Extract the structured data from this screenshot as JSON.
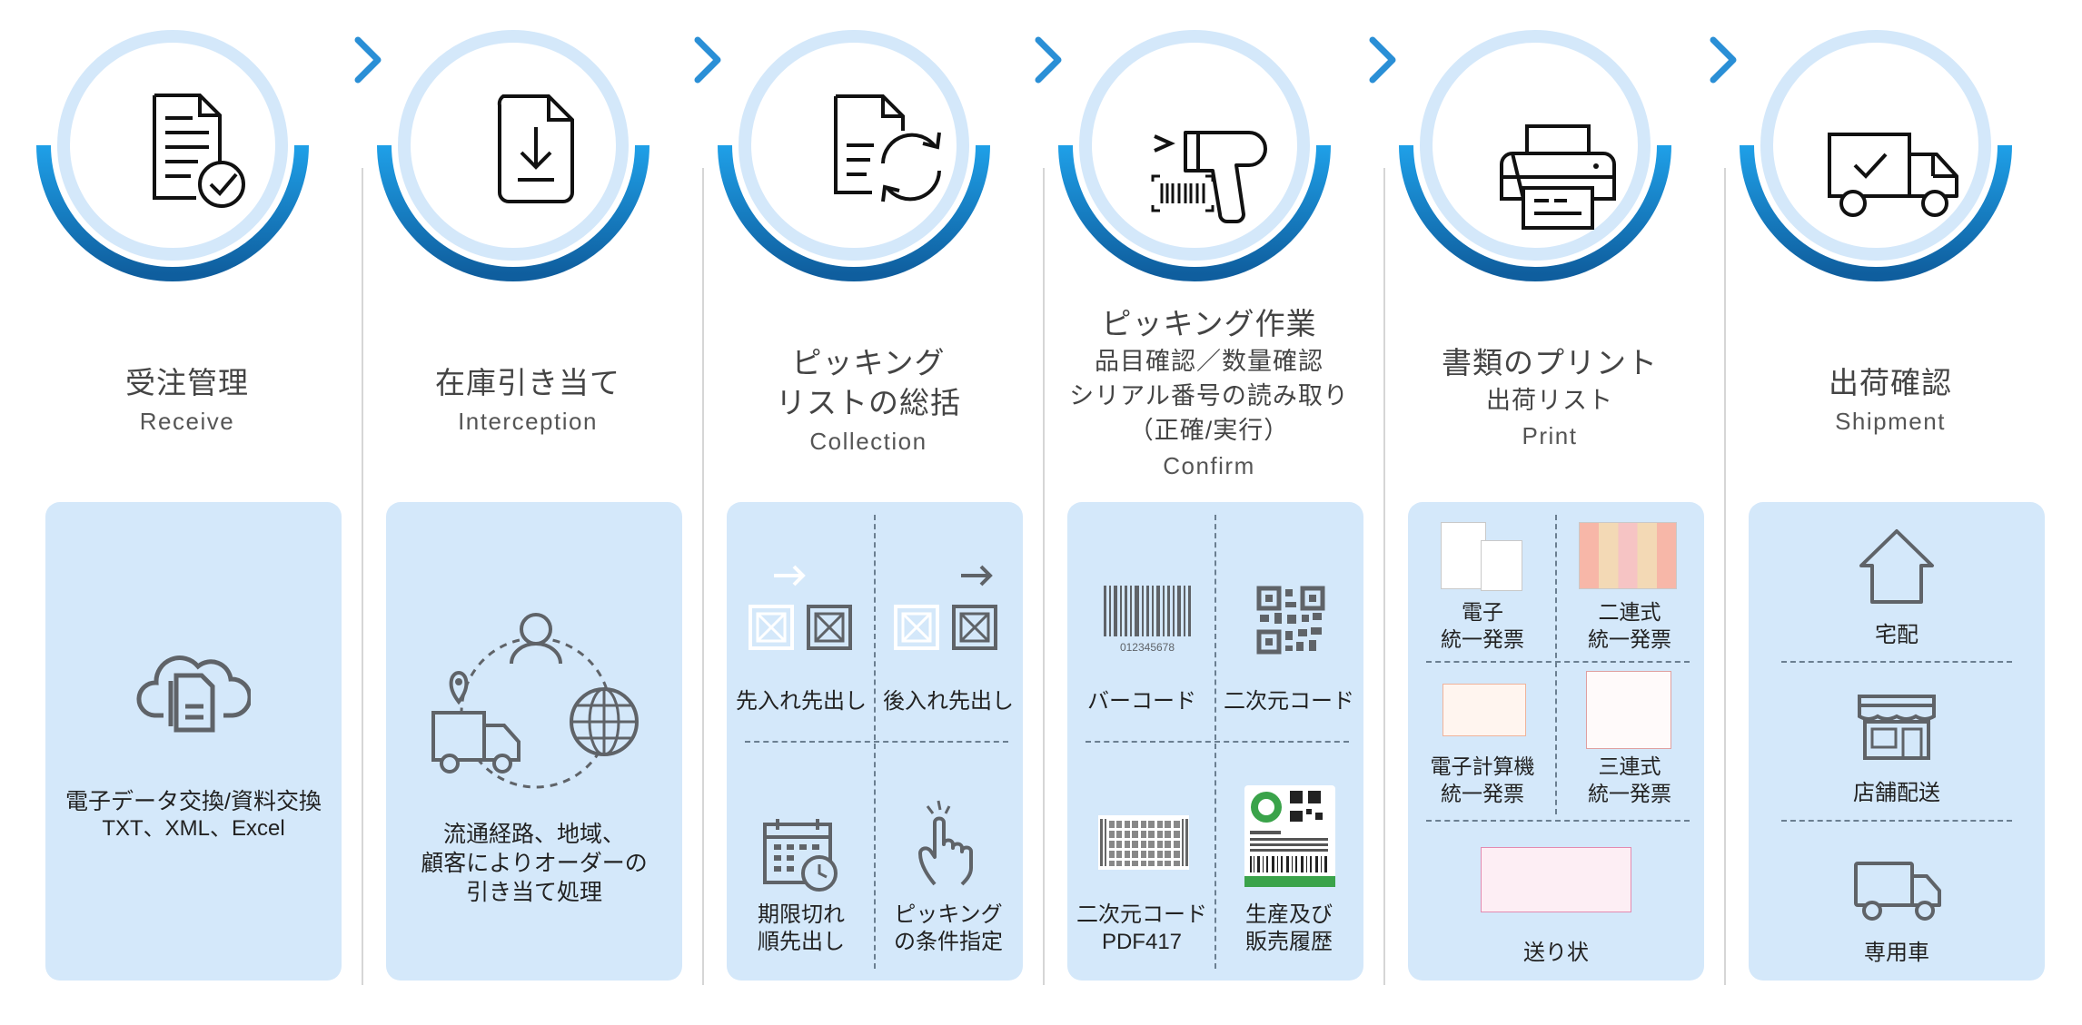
{
  "colors": {
    "ring_light": "#d4e8fa",
    "ring_dark": "#1d6fb3",
    "panel_bg": "#d4e8fa",
    "icon": "#111111",
    "arrow": "#2a8fd6"
  },
  "steps": [
    {
      "title": "受注管理",
      "en": "Receive",
      "icon": "document-check-icon",
      "panel": {
        "line1": "電子データ交換/資料交換",
        "line2": "TXT、XML、Excel"
      }
    },
    {
      "title": "在庫引き当て",
      "en": "Interception",
      "icon": "document-download-icon",
      "panel": {
        "line1": "流通経路、地域、",
        "line2": "顧客によりオーダーの",
        "line3": "引き当て処理"
      }
    },
    {
      "title_line1": "ピッキング",
      "title_line2": "リストの総括",
      "en": "Collection",
      "icon": "document-sync-icon",
      "panel": {
        "cell1": "先入れ先出し",
        "cell2": "後入れ先出し",
        "cell3_l1": "期限切れ",
        "cell3_l2": "順先出し",
        "cell4_l1": "ピッキング",
        "cell4_l2": "の条件指定"
      }
    },
    {
      "title": "ピッキング作業",
      "sub1": "品目確認／数量確認",
      "sub2": "シリアル番号の読み取り",
      "sub3": "（正確/実行）",
      "en": "Confirm",
      "icon": "barcode-scanner-icon",
      "panel": {
        "barcode_digits": "012345678",
        "cell1": "バーコード",
        "cell2": "二次元コード",
        "cell3_l1": "二次元コード",
        "cell3_l2": "PDF417",
        "cell4_l1": "生産及び",
        "cell4_l2": "販売履歴"
      }
    },
    {
      "title": "書類のプリント",
      "sub1": "出荷リスト",
      "en": "Print",
      "icon": "printer-icon",
      "panel": {
        "cell1_l1": "電子",
        "cell1_l2": "統一発票",
        "cell2_l1": "二連式",
        "cell2_l2": "統一発票",
        "cell3_l1": "電子計算機",
        "cell3_l2": "統一発票",
        "cell4_l1": "三連式",
        "cell4_l2": "統一発票",
        "cell5": "送り状"
      }
    },
    {
      "title": "出荷確認",
      "en": "Shipment",
      "icon": "delivery-truck-icon",
      "panel": {
        "item1": "宅配",
        "item2": "店舗配送",
        "item3": "専用車"
      }
    }
  ]
}
